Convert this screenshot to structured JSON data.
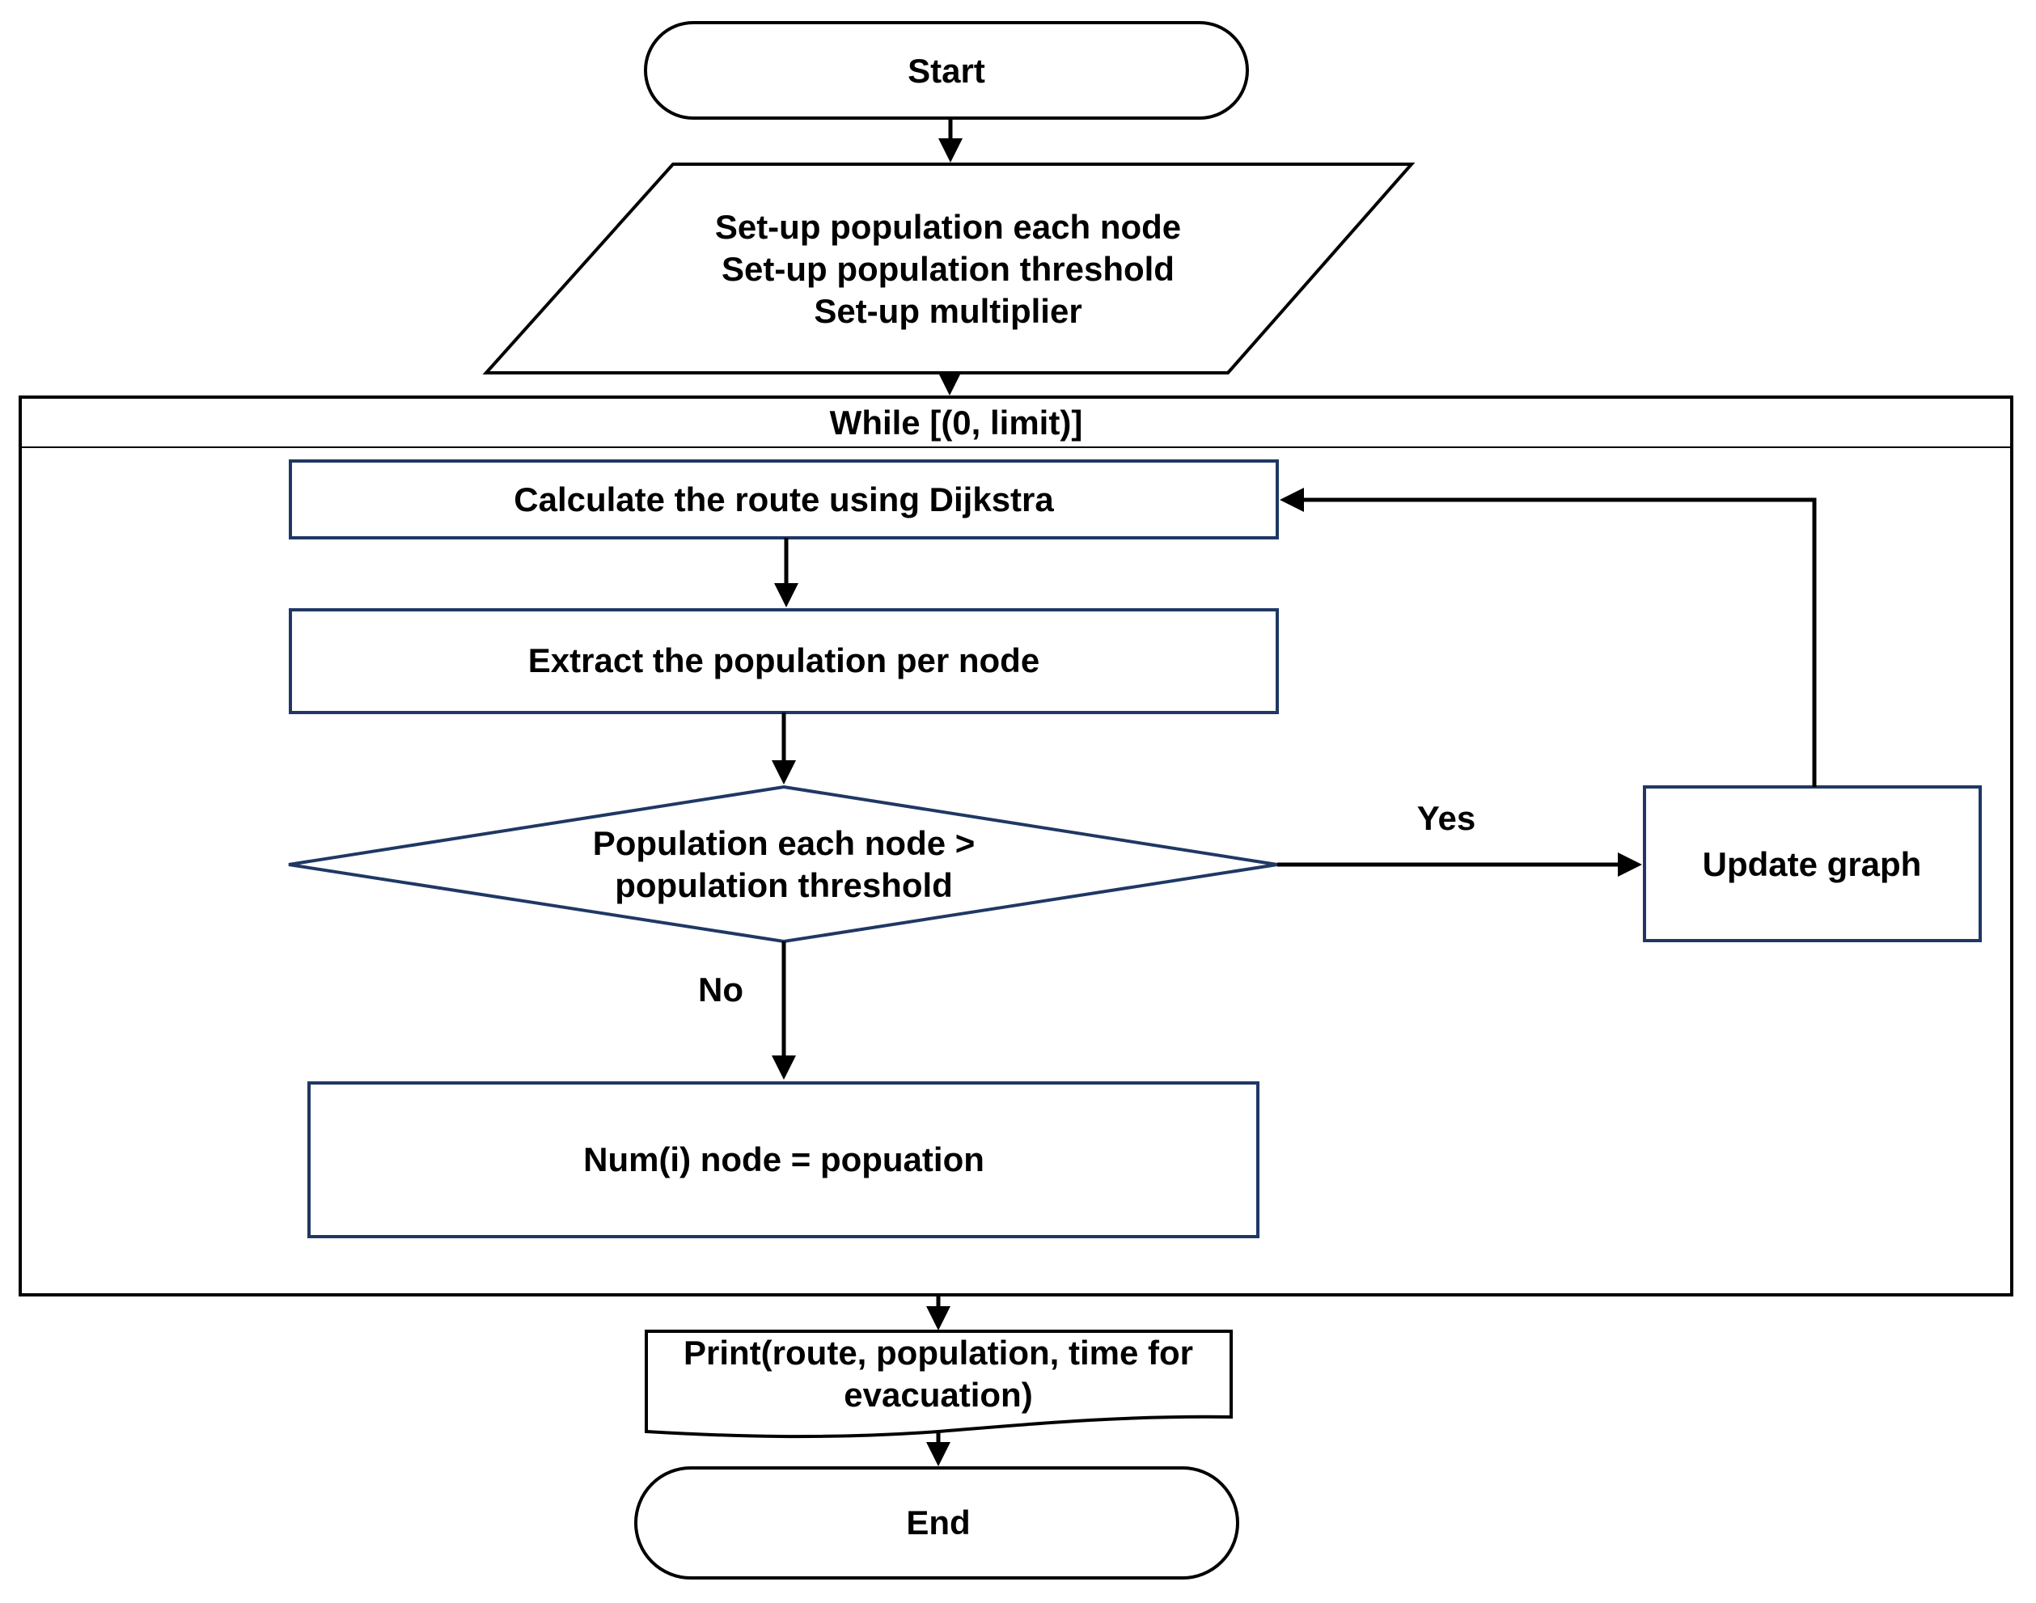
{
  "nodes": {
    "start": "Start",
    "setup": [
      "Set-up population each node",
      "Set-up population threshold",
      "Set-up multiplier"
    ],
    "loop": "While [(0, limit)]",
    "calc": "Calculate the route using Dijkstra",
    "extract": "Extract the population per node",
    "decision": [
      "Population each node >",
      "population threshold"
    ],
    "update": "Update graph",
    "num": "Num(i) node = popuation",
    "print": [
      "Print(route, population, time for",
      "evacuation)"
    ],
    "end": "End"
  },
  "edges": {
    "yes": "Yes",
    "no": "No"
  },
  "colors": {
    "outline": "#000000",
    "box_outline": "#1f3864",
    "fill": "#ffffff"
  }
}
